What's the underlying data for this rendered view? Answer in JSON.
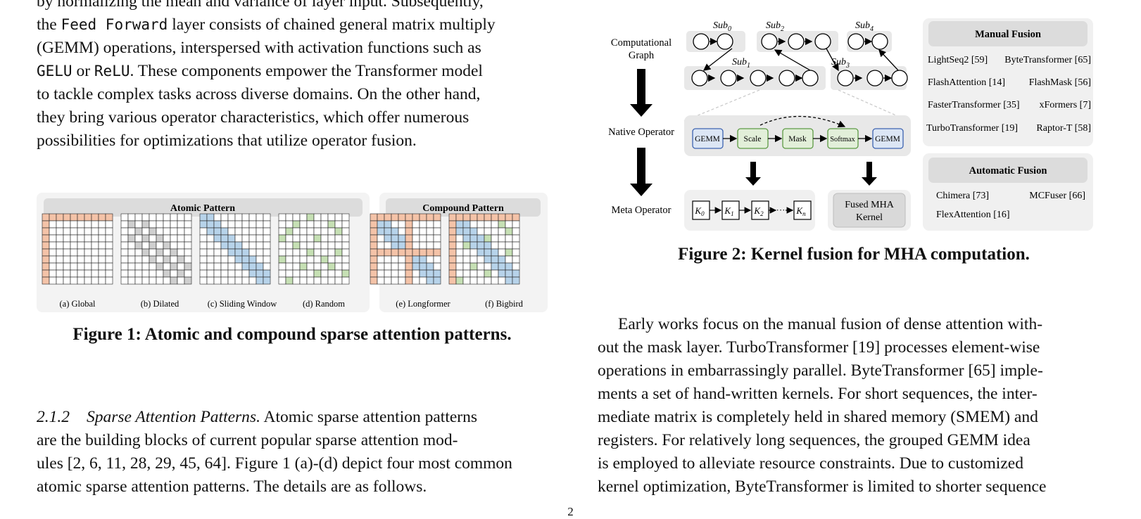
{
  "left_top_paragraph": {
    "line1": "by normalizing the mean and variance of layer input. Subsequently,",
    "line2_pre": "the ",
    "line2_code": "Feed Forward",
    "line2_post": " layer consists of chained general matrix multiply",
    "line3": "(GEMM) operations, interspersed with activation functions such as",
    "line4_code1": "GELU",
    "line4_mid": " or ",
    "line4_code2": "ReLU",
    "line4_post": ". These components empower the Transformer model",
    "line5": "to tackle complex tasks across diverse domains. On the other hand,",
    "line6": "they bring various operator characteristics, which offer numerous",
    "line7": "possibilities for optimizations that utilize operator fusion."
  },
  "figure1": {
    "atomic_header": "Atomic Pattern",
    "compound_header": "Compound Pattern",
    "labels": [
      "(a) Global",
      "(b) Dilated",
      "(c) Sliding Window",
      "(d) Random",
      "(e) Longformer",
      "(f) Bigbird"
    ],
    "caption": "Figure 1: Atomic and compound sparse attention patterns.",
    "colors": {
      "global": "#f4c3a8",
      "dilated": "#cfcfcf",
      "sliding": "#b7d3ea",
      "random": "#c6e0b4"
    }
  },
  "section": {
    "number": "2.1.2",
    "title": "Sparse Attention Patterns.",
    "text_first": " Atomic sparse attention patterns",
    "line2": "are the building blocks of current popular sparse attention mod-",
    "line3": "ules [2, 6, 11, 28, 29, 45, 64]. Figure 1 (a)-(d) depict four most common",
    "line4": "atomic sparse attention patterns. The details are as follows."
  },
  "figure2": {
    "computational_graph_l1": "Computational",
    "computational_graph_l2": "Graph",
    "native_operator": "Native Operator",
    "meta_operator": "Meta Operator",
    "sub_labels": [
      "Sub",
      "Sub",
      "Sub",
      "Sub",
      "Sub"
    ],
    "sub_indices": [
      "0",
      "2",
      "4",
      "1",
      "3"
    ],
    "ops": [
      "GEMM",
      "Scale",
      "Mask",
      "Softmax",
      "GEMM"
    ],
    "kernels": [
      "K",
      "K",
      "K",
      "K"
    ],
    "kernel_indices": [
      "0",
      "1",
      "2",
      "n"
    ],
    "ellipsis": "···",
    "fused_l1": "Fused MHA",
    "fused_l2": "Kernel",
    "manual_header": "Manual Fusion",
    "manual_items": [
      [
        "LightSeq2 [59]",
        "ByteTransformer [65]"
      ],
      [
        "FlashAttention [14]",
        "FlashMask [56]"
      ],
      [
        "FasterTransformer [35]",
        "xFormers [7]"
      ],
      [
        "TurboTransformer [19]",
        "Raptor-T [58]"
      ]
    ],
    "auto_header": "Automatic Fusion",
    "auto_items": [
      "Chimera [73]",
      "MCFuser [66]",
      "FlexAttention [16]"
    ],
    "caption": "Figure 2: Kernel fusion for MHA computation."
  },
  "right_paragraph": {
    "line1": "Early works focus on the manual fusion of dense attention with-",
    "line2": "out the mask layer. TurboTransformer [19] processes element-wise",
    "line3": "operations in embarrassingly parallel. ByteTransformer [65] imple-",
    "line4": "ments a set of hand-written kernels. For short sequences, the inter-",
    "line5": "mediate matrix is completely held in shared memory (SMEM) and",
    "line6": "registers. For relatively long sequences, the grouped GEMM idea",
    "line7": "is employed to alleviate resource constraints. Due to customized",
    "line8": "kernel optimization, ByteTransformer is limited to shorter sequence"
  },
  "page_number": "2"
}
